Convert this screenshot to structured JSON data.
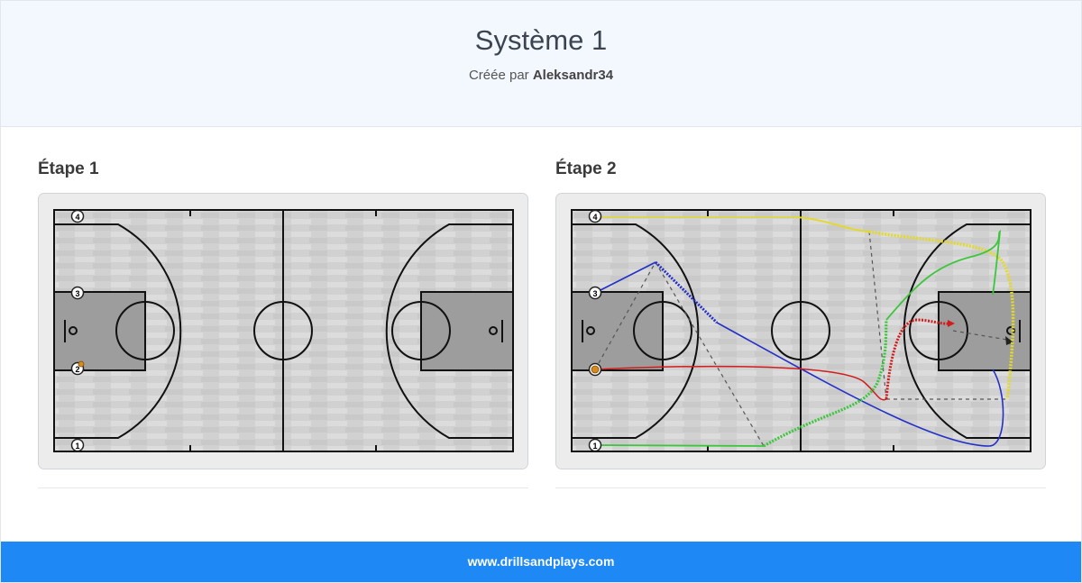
{
  "header": {
    "title": "Système 1",
    "created_by_label": "Créée par",
    "author": "Aleksandr34"
  },
  "steps": [
    {
      "title": "Étape 1",
      "players": [
        {
          "label": "4"
        },
        {
          "label": "3"
        },
        {
          "label": "2",
          "has_ball": true
        },
        {
          "label": "1"
        }
      ]
    },
    {
      "title": "Étape 2",
      "players": [
        {
          "label": "4"
        },
        {
          "label": "3"
        },
        {
          "label": "",
          "has_ball": true
        },
        {
          "label": "1"
        }
      ],
      "movements": [
        {
          "player": "4",
          "color": "#e3d92b",
          "kind": "dribble"
        },
        {
          "player": "3",
          "color": "#2330c8",
          "kind": "screen"
        },
        {
          "player": "2",
          "color": "#d21c1c",
          "kind": "cut"
        },
        {
          "player": "1",
          "color": "#3cc63c",
          "kind": "dribble"
        },
        {
          "player": "pass",
          "color": "#555555",
          "kind": "pass"
        }
      ]
    }
  ],
  "colors": {
    "court_floor": "#d3d3d3",
    "paint": "#9d9d9d",
    "header_bg": "#f3f8fe",
    "footer_bg": "#1e88f5"
  },
  "footer": {
    "site": "www.drillsandplays.com"
  }
}
